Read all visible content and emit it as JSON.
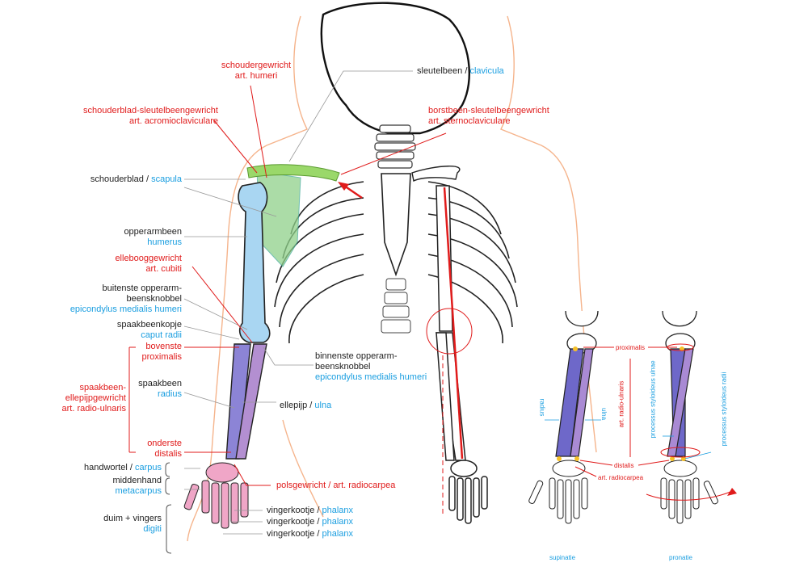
{
  "colors": {
    "red": "#e01b1b",
    "blue": "#1a9ee0",
    "text": "#222222"
  },
  "labels": {
    "schoudergewricht": {
      "nl": "schoudergewricht",
      "lat": "art. humeri"
    },
    "sleutelbeen": {
      "nl": "sleutelbeen",
      "sep": " / ",
      "lat": "clavicula"
    },
    "acromio": {
      "nl": "schouderblad-sleutelbeengewricht",
      "lat": "art. acromioclaviculare"
    },
    "sterno": {
      "nl": "borstbeen-sleutelbeengewricht",
      "lat": "art. sternoclaviculare"
    },
    "scapula": {
      "nl": "schouderblad",
      "sep": " / ",
      "lat": "scapula"
    },
    "humerus": {
      "nl": "opperarmbeen",
      "lat": "humerus"
    },
    "cubiti": {
      "nl": "ellebooggewricht",
      "lat": "art. cubiti"
    },
    "epi_lat": {
      "nl1": "buitenste opperarm-",
      "nl2": "beensknobbel",
      "lat": "epicondylus medialis humeri"
    },
    "caput": {
      "nl": "spaakbeenkopje",
      "lat": "caput radii"
    },
    "bovenste": {
      "nl": "bovenste",
      "lat": "proximalis"
    },
    "radioulnaris": {
      "l1": "spaakbeen-",
      "l2": "ellepijpgewricht",
      "l3": "art. radio-ulnaris"
    },
    "radius": {
      "nl": "spaakbeen",
      "lat": "radius"
    },
    "ulna": {
      "nl": "ellepijp",
      "sep": " / ",
      "lat": "ulna"
    },
    "epi_med": {
      "nl1": "binnenste opperarm-",
      "nl2": "beensknobbel",
      "lat": "epicondylus medialis humeri"
    },
    "onderste": {
      "nl": "onderste",
      "lat": "distalis"
    },
    "carpus": {
      "nl": "handwortel",
      "sep": " / ",
      "lat": "carpus"
    },
    "metacarpus": {
      "nl": "middenhand",
      "lat": "metacarpus"
    },
    "radiocarpea": {
      "nl": "polsgewricht",
      "sep": " / ",
      "lat": "art. radiocarpea"
    },
    "digiti": {
      "nl": "duim + vingers",
      "lat": "digiti"
    },
    "phalanx": {
      "nl": "vingerkootje",
      "sep": " / ",
      "lat": "phalanx"
    }
  },
  "inset": {
    "proximalis": "proximalis",
    "distalis": "distalis",
    "radiocarpea": "art. radiocarpea",
    "radioulnaris": "art. radio-ulnaris",
    "radius": "radius",
    "ulna": "ulna",
    "styloid_ulnae": "processus styloideus ulnae",
    "styloid_radii": "processus styloideus radii",
    "supinatie": "supinatie",
    "pronatie": "pronatie"
  }
}
